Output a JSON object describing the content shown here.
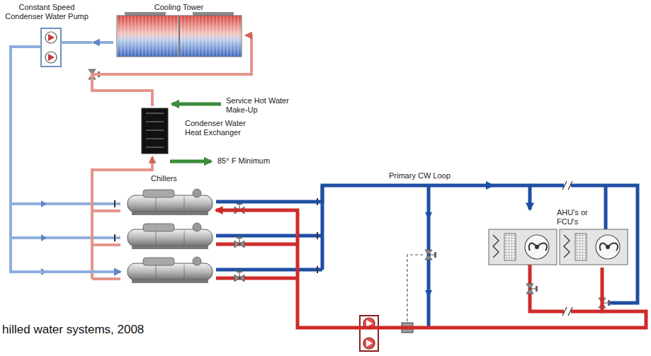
{
  "diagram": {
    "caption": "hilled water systems, 2008",
    "nodes": [
      {
        "text": [
          "Cooling Tower"
        ]
      },
      {
        "text": [
          "Constant Speed Condenser Water Pump"
        ]
      },
      {
        "text": [
          "Condenser Water Heat Exchanger"
        ]
      },
      {
        "text": [
          "Chillers"
        ]
      },
      {
        "text": [
          "AHU's or FCU's"
        ]
      }
    ],
    "edges": [
      {
        "from": 0,
        "to": 1,
        "arrow": "to"
      },
      {
        "from": 1,
        "to": 3,
        "arrow": "to"
      },
      {
        "from": 3,
        "to": 2,
        "arrow": "to"
      },
      {
        "from": 2,
        "to": 0,
        "arrow": "to"
      },
      {
        "from": 3,
        "to": 4,
        "label": "Primary CW Loop",
        "arrow": "to"
      },
      {
        "from": 4,
        "to": 3,
        "arrow": "to"
      }
    ],
    "labels": [
      "Service Hot Water Make-Up",
      "85° F Minimum"
    ]
  }
}
